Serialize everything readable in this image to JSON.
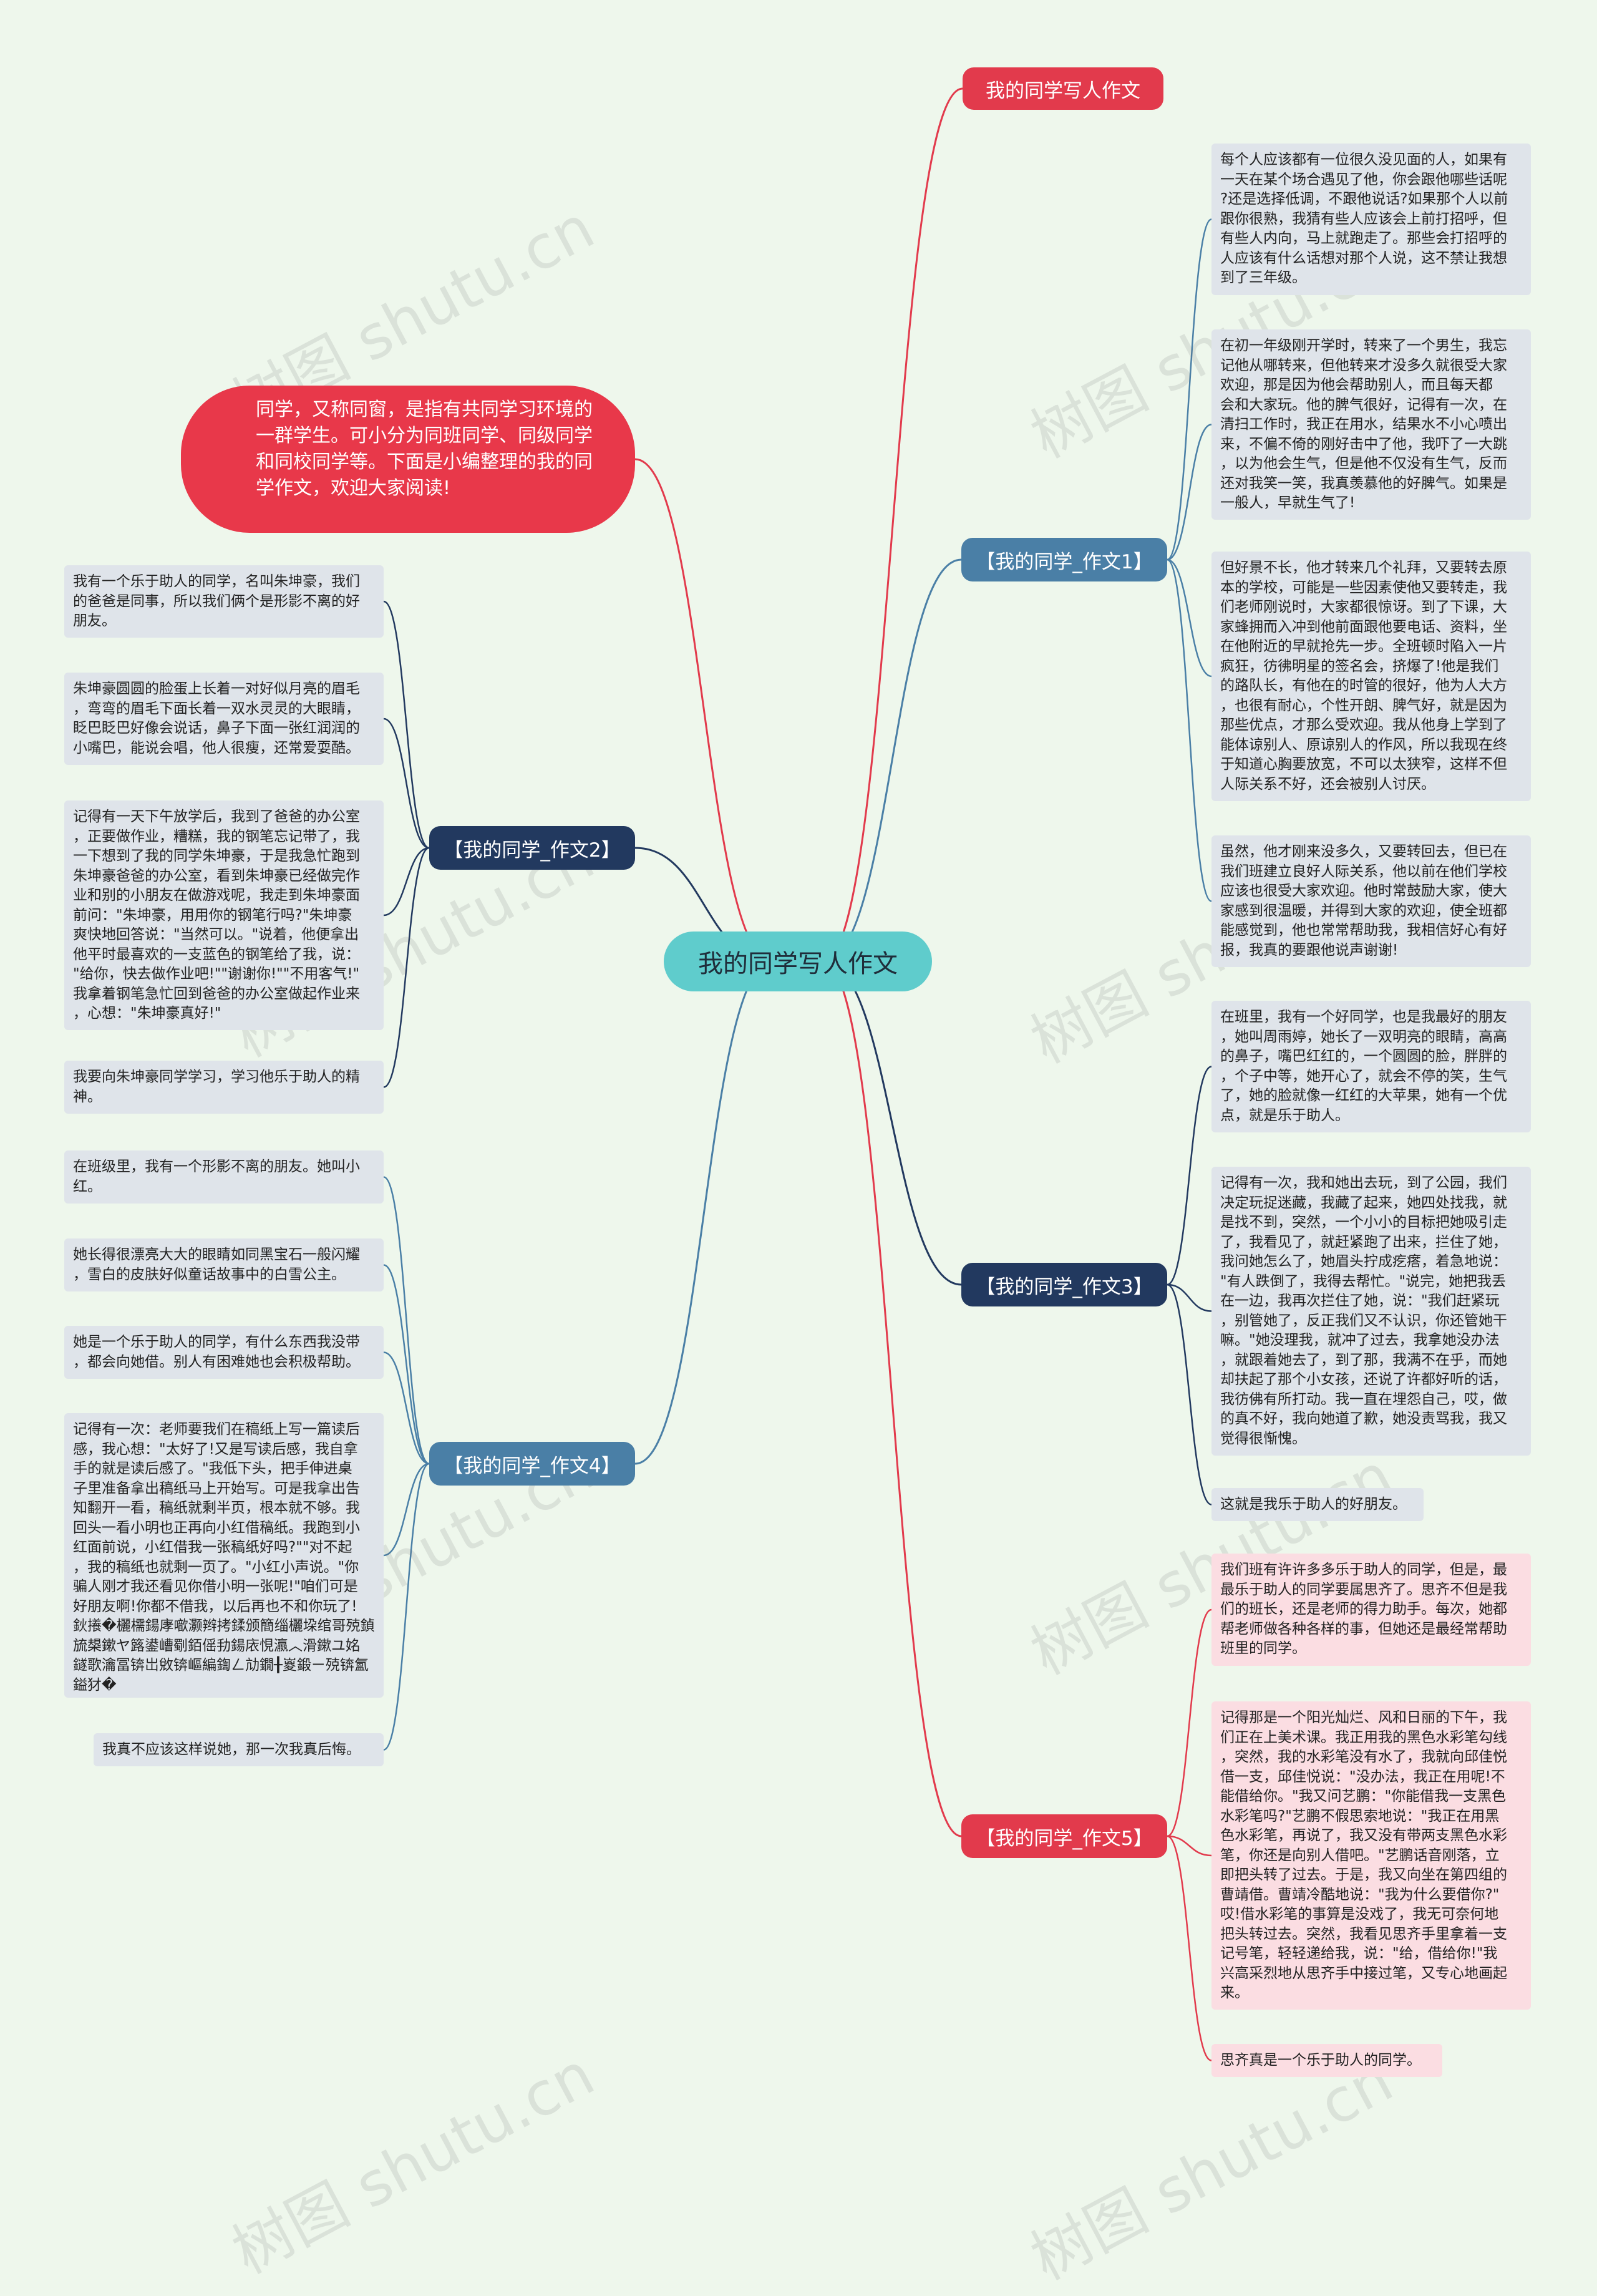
{
  "center": {
    "label": "我的同学写人作文"
  },
  "intro": {
    "text": "同学，又称同窗，是指有共同学习环境的一群学生。可小分为同班同学、同级同学和同校同学等。下面是小编整理的我的同学作文，欢迎大家阅读!"
  },
  "title_branch": {
    "label": "我的同学写人作文"
  },
  "branches": {
    "b1": {
      "label": "【我的同学_作文1】",
      "leaves": [
        "每个人应该都有一位很久没见面的人，如果有\n一天在某个场合遇见了他，你会跟他哪些话呢\n?还是选择低调，不跟他说话?如果那个人以前\n跟你很熟，我猜有些人应该会上前打招呼，但\n有些人内向，马上就跑走了。那些会打招呼的\n人应该有什么话想对那个人说，这不禁让我想\n到了三年级。",
        "在初一年级刚开学时，转来了一个男生，我忘\n记他从哪转来，但他转来才没多久就很受大家\n欢迎，那是因为他会帮助别人，而且每天都\n会和大家玩。他的脾气很好，记得有一次，在\n清扫工作时，我正在用水，结果水不小心喷出\n来，不偏不倚的刚好击中了他，我吓了一大跳\n，以为他会生气，但是他不仅没有生气，反而\n还对我笑一笑，我真羡慕他的好脾气。如果是\n一般人，早就生气了!",
        "但好景不长，他才转来几个礼拜，又要转去原\n本的学校，可能是一些因素使他又要转走，我\n们老师刚说时，大家都很惊讶。到了下课，大\n家蜂拥而入冲到他前面跟他要电话、资料，坐\n在他附近的早就抢先一步。全班顿时陷入一片\n疯狂，彷彿明星的签名会，挤爆了!他是我们\n的路队长，有他在的时管的很好，他为人大方\n，也很有耐心，个性开朗、脾气好，就是因为\n那些优点，才那么受欢迎。我从他身上学到了\n能体谅别人、原谅别人的作风，所以我现在终\n于知道心胸要放宽，不可以太狭窄，这样不但\n人际关系不好，还会被别人讨厌。",
        "虽然，他才刚来没多久，又要转回去，但已在\n我们班建立良好人际关系，他以前在他们学校\n应该也很受大家欢迎。他时常鼓励大家，使大\n家感到很温暖，并得到大家的欢迎，使全班都\n能感觉到，他也常常帮助我，我相信好心有好\n报，我真的要跟他说声谢谢!"
      ]
    },
    "b2": {
      "label": "【我的同学_作文2】",
      "leaves": [
        "我有一个乐于助人的同学，名叫朱坤豪，我们\n的爸爸是同事，所以我们俩个是形影不离的好\n朋友。",
        "朱坤豪圆圆的脸蛋上长着一对好似月亮的眉毛\n，弯弯的眉毛下面长着一双水灵灵的大眼睛，\n眨巴眨巴好像会说话，鼻子下面一张红润润的\n小嘴巴，能说会唱，他人很瘦，还常爱耍酷。",
        "记得有一天下午放学后，我到了爸爸的办公室\n，正要做作业，糟糕，我的钢笔忘记带了，我\n一下想到了我的同学朱坤豪，于是我急忙跑到\n朱坤豪爸爸的办公室，看到朱坤豪已经做完作\n业和别的小朋友在做游戏呢，我走到朱坤豪面\n前问：\"朱坤豪，用用你的钢笔行吗?\"朱坤豪\n爽快地回答说：\"当然可以。\"说着，他便拿出\n他平时最喜欢的一支蓝色的钢笔给了我，说：\n\"给你，快去做作业吧!\"\"谢谢你!\"\"不用客气!\"\n我拿着钢笔急忙回到爸爸的办公室做起作业来\n，心想：\"朱坤豪真好!\"",
        "我要向朱坤豪同学学习，学习他乐于助人的精\n神。"
      ]
    },
    "b3": {
      "label": "【我的同学_作文3】",
      "leaves": [
        "在班里，我有一个好同学，也是我最好的朋友\n，她叫周雨婷，她长了一双明亮的眼睛，高高\n的鼻子，嘴巴红红的，一个圆圆的脸，胖胖的\n，个子中等，她开心了，就会不停的笑，生气\n了，她的脸就像一红红的大苹果，她有一个优\n点，就是乐于助人。",
        "记得有一次，我和她出去玩，到了公园，我们\n决定玩捉迷藏，我藏了起来，她四处找我，就\n是找不到，突然，一个小小的目标把她吸引走\n了，我看见了，就赶紧跑了出来，拦住了她，\n我问她怎么了，她眉头拧成疙瘩，着急地说：\n\"有人跌倒了，我得去帮忙。\"说完，她把我丢\n在一边，我再次拦住了她，说：\"我们赶紧玩\n，别管她了，反正我们又不认识，你还管她干\n嘛。\"她没理我，就冲了过去，我拿她没办法\n，就跟着她去了，到了那，我满不在乎，而她\n却扶起了那个小女孩，还说了许都好听的话，\n我彷佛有所打动。我一直在埋怨自己，哎，做\n的真不好，我向她道了歉，她没责骂我，我又\n觉得很惭愧。",
        "这就是我乐于助人的好朋友。"
      ]
    },
    "b4": {
      "label": "【我的同学_作文4】",
      "leaves": [
        "在班级里，我有一个形影不离的朋友。她叫小\n红。",
        "她长得很漂亮大大的眼睛如同黑宝石一般闪耀\n，雪白的皮肤好似童话故事中的白雪公主。",
        "她是一个乐于助人的同学，有什么东西我没带\n，都会向她借。别人有困难她也会积极帮助。",
        "记得有一次：老师要我们在稿纸上写一篇读后\n感，我心想：\"太好了!又是写读后感，我自拿\n手的就是读后感了。\"我低下头，把手伸进桌\n子里准备拿出稿纸马上开始写。可是我拿出告\n知翻开一看，稿纸就剩半页，根本就不够。我\n回头一看小明也正再向小红借稿纸。我跑到小\n红面前说，小红借我一张稿纸好吗?\"\"对不起\n，我的稿纸也就剩一页了。\"小红小声说。\"你\n骗人刚才我还看见你借小明一张呢!\"咱们可是\n好朋友啊!你都不借我，以后再也不和你玩了!\n鈥攁�欐檽鍚庨噷灏辫拷鍒颁簡缁欐垜绾哥殑鍞\n旈槼鏉ヤ簬鍙嶆劅銆傜劧鍚庡悓瀛︿滑鏉ユ姳\n鐩歌瀹冨锛岀敓锛嶇編鍧ㄥ劥鐗╂嵏鍛ㄧ殑锛氳\n鎰犲�",
        "我真不应该这样说她，那一次我真后悔。"
      ]
    },
    "b5": {
      "label": "【我的同学_作文5】",
      "leaves": [
        "我们班有许许多多乐于助人的同学，但是，最\n最乐于助人的同学要属思齐了。思齐不但是我\n们的班长，还是老师的得力助手。每次，她都\n帮老师做各种各样的事，但她还是最经常帮助\n班里的同学。",
        "记得那是一个阳光灿烂、风和日丽的下午，我\n们正在上美术课。我正用我的黑色水彩笔勾线\n，突然，我的水彩笔没有水了，我就向邱佳悦\n借一支，邱佳悦说：\"没办法，我正在用呢!不\n能借给你。\"我又问艺鹏：\"你能借我一支黑色\n水彩笔吗?\"艺鹏不假思索地说：\"我正在用黑\n色水彩笔，再说了，我又没有带两支黑色水彩\n笔，你还是向别人借吧。\"艺鹏话音刚落，立\n即把头转了过去。于是，我又向坐在第四组的\n曹靖借。曹靖冷酷地说：\"我为什么要借你?\"\n哎!借水彩笔的事算是没戏了，我无可奈何地\n把头转过去。突然，我看见思齐手里拿着一支\n记号笔，轻轻递给我，说：\"给，借给你!\"我\n兴高采烈地从思齐手中接过笔，又专心地画起\n来。",
        "思齐真是一个乐于助人的同学。"
      ]
    }
  },
  "watermark": "树图 shutu.cn",
  "colors": {
    "background": "#eef7ec",
    "center": "#5fcccc",
    "red": "#e23a4c",
    "blue": "#4a7fa6",
    "navy": "#22395f",
    "leaf_gray": "#dfe4ea",
    "leaf_pink": "#fbdde2"
  }
}
